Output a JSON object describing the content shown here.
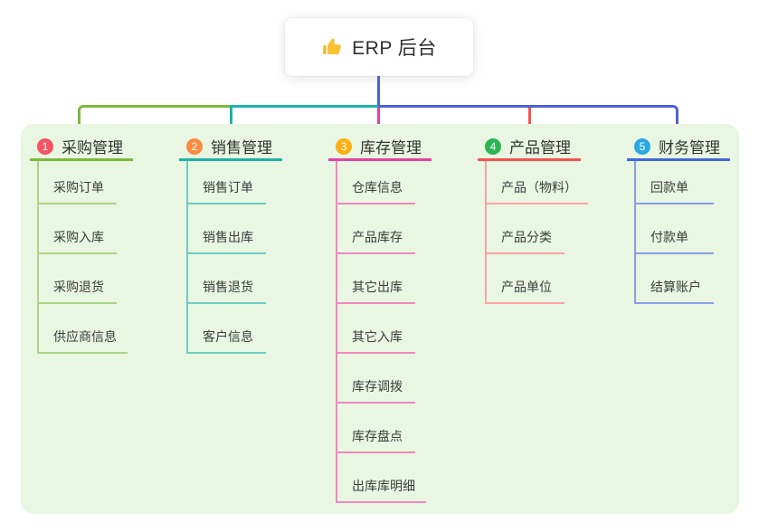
{
  "root": {
    "title": "ERP 后台",
    "icon": "thumbs-up-icon",
    "icon_color": "#f9c22e"
  },
  "connectors": {
    "trunk_color": "#4c63d2"
  },
  "branches": [
    {
      "badge": "1",
      "title": "采购管理",
      "color": "#7cb93f",
      "light_color": "#abd488",
      "badge_color": "#f65365",
      "children": [
        "采购订单",
        "采购入库",
        "采购退货",
        "供应商信息"
      ]
    },
    {
      "badge": "2",
      "title": "销售管理",
      "color": "#1db3a8",
      "light_color": "#6fccc4",
      "badge_color": "#fa8b41",
      "children": [
        "销售订单",
        "销售出库",
        "销售退货",
        "客户信息"
      ]
    },
    {
      "badge": "3",
      "title": "库存管理",
      "color": "#e8409e",
      "light_color": "#f187c0",
      "badge_color": "#fcaf15",
      "children": [
        "仓库信息",
        "产品库存",
        "其它出库",
        "其它入库",
        "库存调拨",
        "库存盘点",
        "出库库明细"
      ]
    },
    {
      "badge": "4",
      "title": "产品管理",
      "color": "#f8504e",
      "light_color": "#fba3a2",
      "badge_color": "#2eb454",
      "children": [
        "产品（物料）",
        "产品分类",
        "产品单位"
      ]
    },
    {
      "badge": "5",
      "title": "财务管理",
      "color": "#3f68d9",
      "light_color": "#87a0e4",
      "badge_color": "#2aa7e0",
      "children": [
        "回款单",
        "付款单",
        "结算账户"
      ]
    }
  ]
}
